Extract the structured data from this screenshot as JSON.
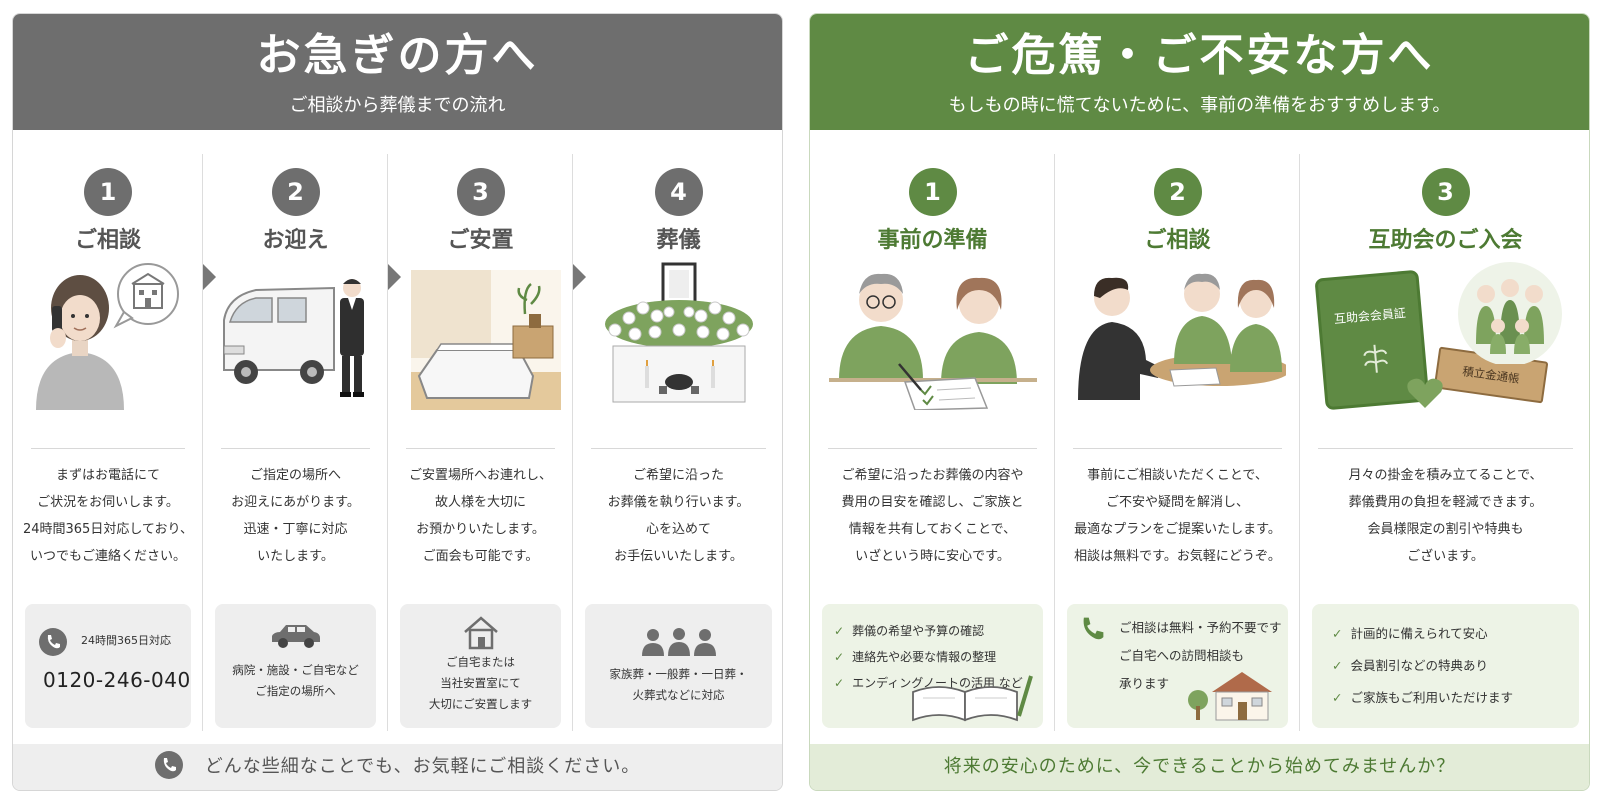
{
  "urgent": {
    "title": "お急ぎの方へ",
    "subtitle": "ご相談から葬儀までの流れ",
    "steps": [
      {
        "num": "1",
        "title": "ご相談",
        "desc": [
          "まずはお電話にて",
          "ご状況をお伺いします。",
          "24時間365日対応しており、",
          "いつでもご連絡ください。"
        ],
        "box": {
          "icon": "phone-icon",
          "label": "24時間365日対応",
          "phone": "0120-246-040"
        }
      },
      {
        "num": "2",
        "title": "お迎え",
        "desc": [
          "ご指定の場所へ",
          "お迎えにあがります。",
          "迅速・丁寧に対応",
          "いたします。"
        ],
        "box": {
          "icon": "car-icon",
          "lines": [
            "病院・施設・ご自宅など",
            "ご指定の場所へ"
          ]
        }
      },
      {
        "num": "3",
        "title": "ご安置",
        "desc": [
          "ご安置場所へお連れし、",
          "故人様を大切に",
          "お預かりいたします。",
          "ご面会も可能です。"
        ],
        "box": {
          "icon": "house-icon",
          "lines": [
            "ご自宅または",
            "当社安置室にて",
            "大切にご安置します"
          ]
        }
      },
      {
        "num": "4",
        "title": "葬儀",
        "desc": [
          "ご希望に沿った",
          "お葬儀を執り行います。",
          "心を込めて",
          "お手伝いいたします。"
        ],
        "box": {
          "icon": "people-icon",
          "lines": [
            "家族葬・一般葬・一日葬・",
            "火葬式などに対応"
          ]
        }
      }
    ],
    "footer": "どんな些細なことでも、お気軽にご相談ください。"
  },
  "critical": {
    "title": "ご危篤・ご不安な方へ",
    "subtitle": "もしもの時に慌てないために、事前の準備をおすすめします。",
    "steps": [
      {
        "num": "1",
        "title": "事前の準備",
        "desc": [
          "ご希望に沿ったお葬儀の内容や",
          "費用の目安を確認し、ご家族と",
          "情報を共有しておくことで、",
          "いざという時に安心です。"
        ],
        "checks": [
          "葬儀の希望や予算の確認",
          "連絡先や必要な情報の整理",
          "エンディングノートの活用 など"
        ]
      },
      {
        "num": "2",
        "title": "ご相談",
        "desc": [
          "事前にご相談いただくことで、",
          "ご不安や疑問を解消し、",
          "最適なプランをご提案いたします。",
          "相談は無料です。お気軽にどうぞ。"
        ],
        "box_lines": [
          "ご相談は無料・予約不要です",
          "ご自宅への訪問相談も",
          "承ります"
        ]
      },
      {
        "num": "3",
        "title": "互助会のご入会",
        "desc": [
          "月々の掛金を積み立てることで、",
          "葬儀費用の負担を軽減できます。",
          "会員様限定の割引や特典も",
          "ございます。"
        ],
        "card_label": "互助会会員証",
        "passbook_label": "積立金通帳",
        "checks": [
          "計画的に備えられて安心",
          "会員割引などの特典あり",
          "ご家族もご利用いただけます"
        ]
      }
    ],
    "footer": "将来の安心のために、今できることから始めてみませんか？"
  },
  "check_mark": "✓",
  "colors": {
    "gray_header": "#6e6e6e",
    "green_header": "#5f8a44",
    "green_box": "#edf3e6",
    "gray_box": "#eeeeee"
  }
}
